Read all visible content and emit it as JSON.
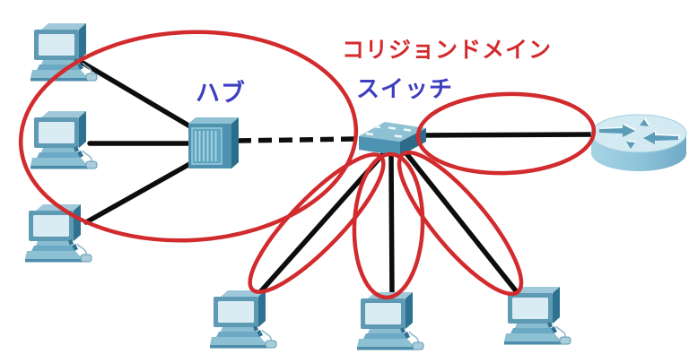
{
  "title": "collision-domain-network-diagram",
  "labels": {
    "collision_domain": "コリジョンドメイン",
    "hub": "ハブ",
    "switch": "スイッチ"
  },
  "colors": {
    "red": "#d22b2e",
    "blue": "#3e3ec0",
    "black": "#0d0d0d",
    "background": "#ffffff",
    "device_teal": "#5e9ab4"
  },
  "devices": [
    {
      "id": "pc-1",
      "type": "computer"
    },
    {
      "id": "pc-2",
      "type": "computer"
    },
    {
      "id": "pc-3",
      "type": "computer"
    },
    {
      "id": "hub",
      "type": "hub",
      "label": "ハブ"
    },
    {
      "id": "switch",
      "type": "switch",
      "label": "スイッチ"
    },
    {
      "id": "router",
      "type": "router"
    },
    {
      "id": "pc-4",
      "type": "computer"
    },
    {
      "id": "pc-5",
      "type": "computer"
    },
    {
      "id": "pc-6",
      "type": "computer"
    }
  ],
  "links": [
    {
      "from": "pc-1",
      "to": "hub",
      "style": "solid"
    },
    {
      "from": "pc-2",
      "to": "hub",
      "style": "solid"
    },
    {
      "from": "pc-3",
      "to": "hub",
      "style": "solid"
    },
    {
      "from": "hub",
      "to": "switch",
      "style": "dashed"
    },
    {
      "from": "switch",
      "to": "router",
      "style": "solid"
    },
    {
      "from": "switch",
      "to": "pc-4",
      "style": "solid"
    },
    {
      "from": "switch",
      "to": "pc-5",
      "style": "solid"
    },
    {
      "from": "switch",
      "to": "pc-6",
      "style": "solid"
    }
  ],
  "collision_domains": [
    {
      "id": "domain-hub",
      "around": "hub and its three computers"
    },
    {
      "id": "domain-switch-router",
      "around": "switch to router link"
    },
    {
      "id": "domain-switch-pc4",
      "around": "switch to left computer link"
    },
    {
      "id": "domain-switch-pc5",
      "around": "switch to middle computer link"
    },
    {
      "id": "domain-switch-pc6",
      "around": "switch to right computer link"
    }
  ]
}
